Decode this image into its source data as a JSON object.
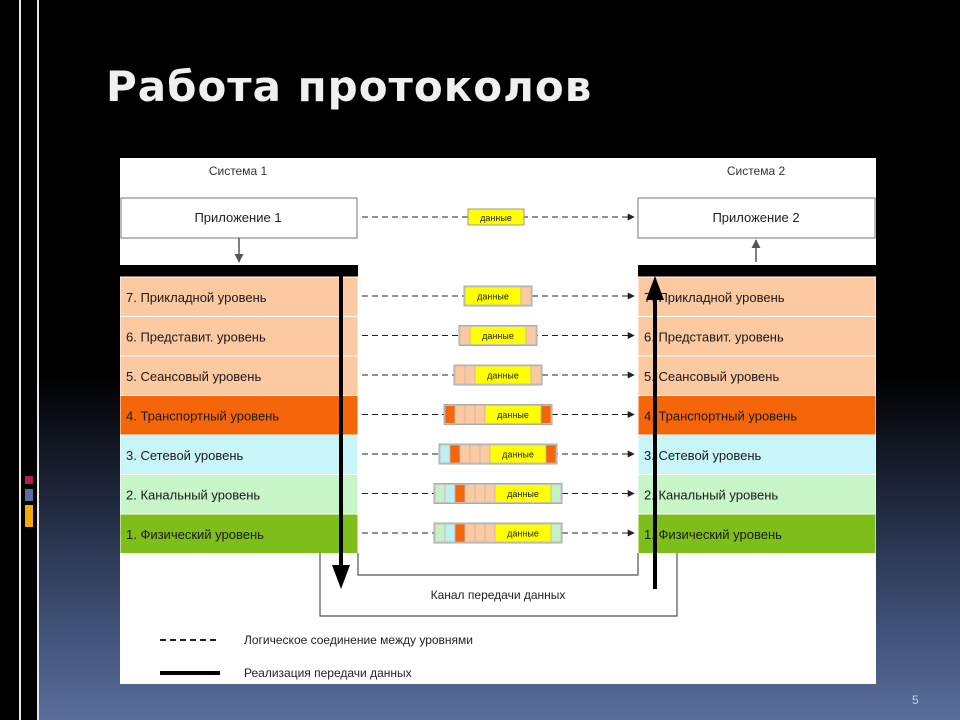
{
  "slide": {
    "title": "Работа протоколов",
    "page_number": "5"
  },
  "diagram": {
    "system_left": "Система 1",
    "system_right": "Система 2",
    "app_left": "Приложение 1",
    "app_right": "Приложение 2",
    "data_label": "данные",
    "channel_label": "Канал передачи данных",
    "legend_dashed": "Логическое соединение между уровнями",
    "legend_solid": "Реализация передачи данных",
    "layers": [
      {
        "left": "7. Прикладной уровень",
        "right": "7. Прикладной уровень",
        "color": "#fcc9a0"
      },
      {
        "left": "6. Представит. уровень",
        "right": "6. Представит. уровень",
        "color": "#fcc9a0"
      },
      {
        "left": "5. Сеансовый уровень",
        "right": "5. Сеансовый уровень",
        "color": "#fcc9a0"
      },
      {
        "left": "4. Транспортный уровень",
        "right": "4. Транспортный уровень",
        "color": "#f5660a"
      },
      {
        "left": "3. Сетевой уровень",
        "right": "3. Сетевой уровень",
        "color": "#c8f6f8"
      },
      {
        "left": "2. Канальный уровень",
        "right": "2. Канальный уровень",
        "color": "#c8f5c8"
      },
      {
        "left": "1. Физический уровень",
        "right": "1. Физический уровень",
        "color": "#7ebd1a"
      }
    ],
    "colors": {
      "data_block": "#ffff00",
      "header_peach": "#fcc9a0",
      "header_orange": "#f5660a",
      "header_cyan": "#bdf0f5",
      "header_green": "#c8f0c8"
    }
  }
}
